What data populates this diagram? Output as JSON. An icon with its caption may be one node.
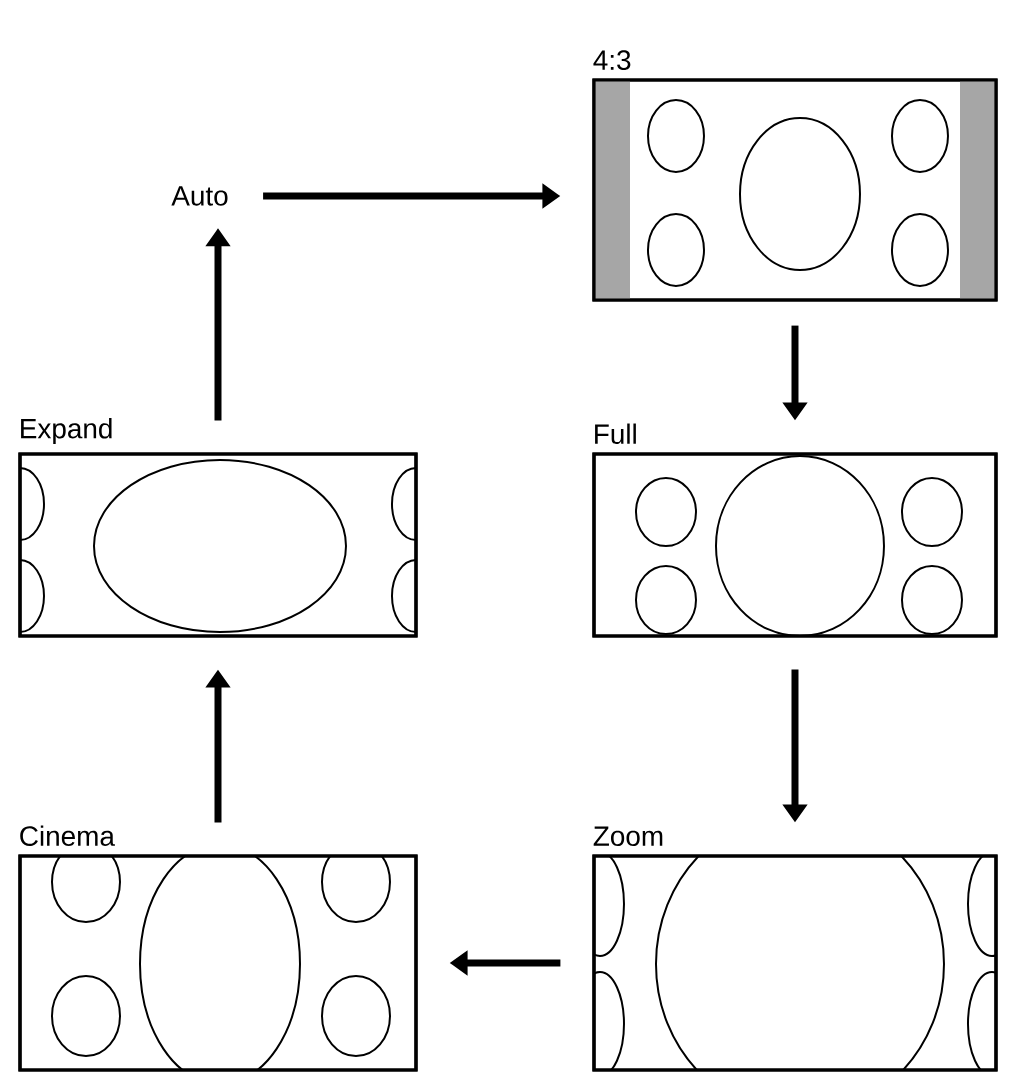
{
  "diagram": {
    "nodes": [
      {
        "text": [
          "Auto"
        ]
      },
      {
        "text": [
          "4:3"
        ]
      },
      {
        "text": [
          "Expand"
        ]
      },
      {
        "text": [
          "Full"
        ]
      },
      {
        "text": [
          "Cinema"
        ]
      },
      {
        "text": [
          "Zoom"
        ]
      }
    ],
    "edges": [
      {
        "from": 0,
        "to": 1,
        "arrow": "to"
      },
      {
        "from": 1,
        "to": 3,
        "arrow": "to"
      },
      {
        "from": 3,
        "to": 5,
        "arrow": "to"
      },
      {
        "from": 5,
        "to": 4,
        "arrow": "to"
      },
      {
        "from": 4,
        "to": 2,
        "arrow": "to"
      },
      {
        "from": 2,
        "to": 0,
        "arrow": "to"
      }
    ]
  }
}
